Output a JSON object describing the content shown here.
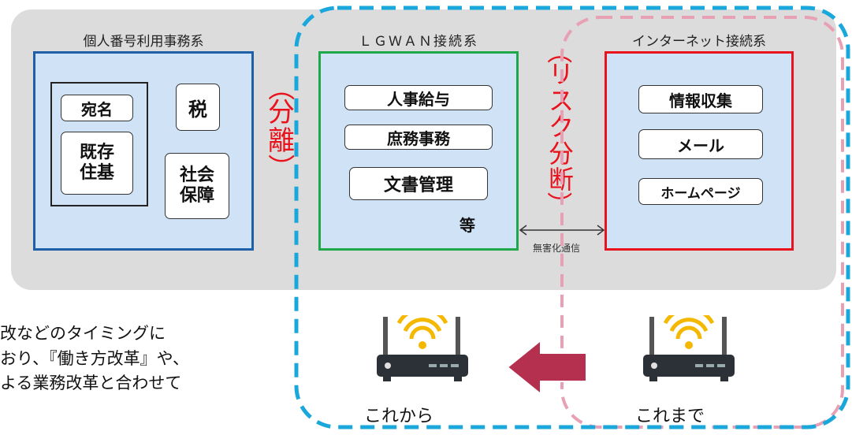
{
  "zones": {
    "mynumber": {
      "title": "個人番号利用事務系",
      "items": {
        "atena": "宛名",
        "kizon_line1": "既存",
        "kizon_line2": "住基",
        "zei": "税",
        "shakai_line1": "社会",
        "shakai_line2": "保障"
      }
    },
    "lgwan": {
      "title": "ＬＧＷＡＮ接続系",
      "items": [
        "人事給与",
        "庶務事務",
        "文書管理"
      ],
      "etc": "等"
    },
    "internet": {
      "title": "インターネット接続系",
      "items": [
        "情報収集",
        "メール",
        "ホームページ"
      ]
    }
  },
  "separators": {
    "bunri": [
      "（",
      "分",
      "離",
      "）"
    ],
    "risk": [
      "（",
      "リ",
      "ス",
      "ク",
      "分",
      "断",
      "）"
    ]
  },
  "connection_label": "無害化通信",
  "side_text": [
    "改などのタイミングに",
    "おり、『働き方改革』や、",
    "よる業務改革と合わせて"
  ],
  "routers": {
    "new_label": "これから",
    "old_label": "これまで"
  },
  "colors": {
    "mynumber_border": "#1f5fa8",
    "lgwan_border": "#1ea84a",
    "internet_border": "#e8131c",
    "cyan_dash": "#1aa7dc",
    "pink_dash": "#e8a0b4",
    "arrow": "#b5304f",
    "wifi": "#f5b800",
    "separator_text": "#e8131c"
  }
}
